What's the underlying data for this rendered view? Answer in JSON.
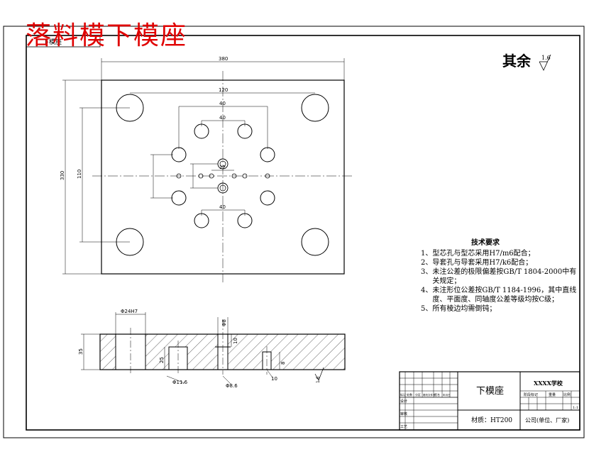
{
  "drawing": {
    "title_watermark": "落料模下模座",
    "tag_stamp": "下模座",
    "roughness": {
      "label": "其余",
      "value": "1.6"
    },
    "top_view_dims": {
      "overall_width": "380",
      "overall_height": "330",
      "guide_hole_spacing": "120",
      "inner_width": "40",
      "inner_height": "110",
      "small_spacing_top": "40",
      "small_spacing_bottom": "40",
      "center_spacing": "12"
    },
    "section_view_dims": {
      "height": "35",
      "top_bore": "Φ24H7",
      "pin_dia_top": "Φ8",
      "counterbore_left": "Φ11.6",
      "counterbore_right": "Φ8.6",
      "depth_a": "25",
      "depth_b": "10",
      "depth_c": "10",
      "depth_d": "8",
      "roughness": "1.6"
    },
    "tech_requirements": {
      "heading": "技术要求",
      "items": [
        {
          "num": "1、",
          "text": "型芯孔与型芯采用H7/m6配合；"
        },
        {
          "num": "2、",
          "text": "导套孔与导套采用H7/k6配合；"
        },
        {
          "num": "3、",
          "text": "未注公差的极限偏差按GB/T 1804-2000中有关规定；"
        },
        {
          "num": "4、",
          "text": "未注形位公差按GB/T 1184-1996，其中直线度、平面度、同轴度公差等级均按C级；"
        },
        {
          "num": "5、",
          "text": "所有棱边均需倒钝；"
        }
      ]
    },
    "title_block": {
      "part_name": "下模座",
      "school": "XXXX学校",
      "material": "材质：HT200",
      "company": "公司(单位、厂家)",
      "scale": "1:1",
      "sign_cells": [
        "标记",
        "处数",
        "分区",
        "更改文件号",
        "签名",
        "年月日"
      ],
      "roles": [
        "设计",
        "审核",
        "工艺"
      ],
      "stage_label": "阶段标记",
      "weight_label": "重量",
      "scale_label": "比例"
    }
  }
}
